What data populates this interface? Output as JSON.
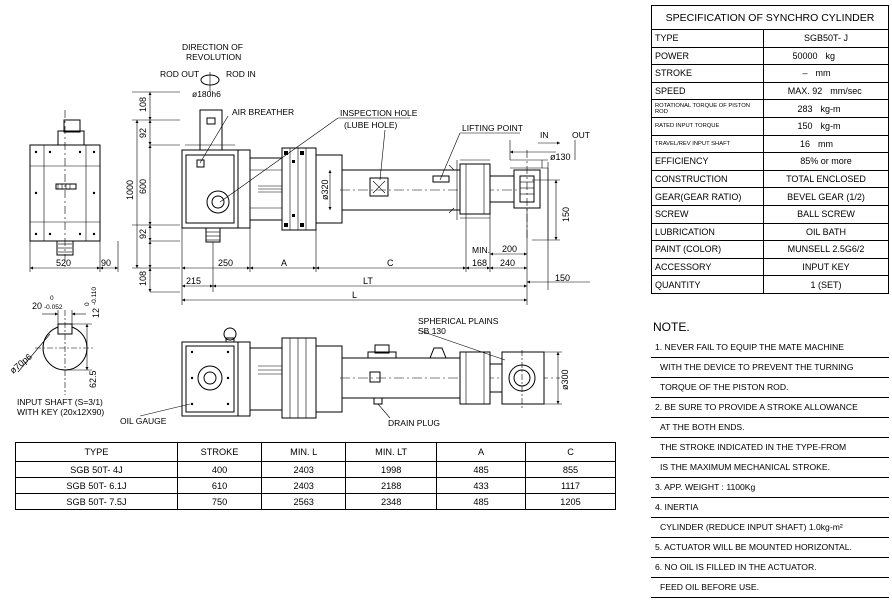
{
  "spec": {
    "title": "SPECIFICATION OF SYNCHRO CYLINDER",
    "rows": [
      {
        "label": "TYPE",
        "value": "SGB50T- J",
        "unit": ""
      },
      {
        "label": "POWER",
        "value": "50000",
        "unit": "kg"
      },
      {
        "label": "STROKE",
        "value": "–",
        "unit": "mm"
      },
      {
        "label": "SPEED",
        "value": "MAX. 92",
        "unit": "mm/sec"
      },
      {
        "label": "ROTATIONAL TORQUE OF PISTON ROD",
        "value": "283",
        "unit": "kg-m"
      },
      {
        "label": "RATED INPUT TORQUE",
        "value": "150",
        "unit": "kg-m"
      },
      {
        "label": "TRAVEL/REV INPUT SHAFT",
        "value": "16",
        "unit": "mm"
      },
      {
        "label": "EFFICIENCY",
        "value": "85% or more",
        "unit": ""
      },
      {
        "label": "CONSTRUCTION",
        "value": "TOTAL ENCLOSED",
        "unit": ""
      },
      {
        "label": "GEAR(GEAR RATIO)",
        "value": "BEVEL GEAR (1/2)",
        "unit": ""
      },
      {
        "label": "SCREW",
        "value": "BALL SCREW",
        "unit": ""
      },
      {
        "label": "LUBRICATION",
        "value": "OIL BATH",
        "unit": ""
      },
      {
        "label": "PAINT (COLOR)",
        "value": "MUNSELL 2.5G6/2",
        "unit": ""
      },
      {
        "label": "ACCESSORY",
        "value": "INPUT KEY",
        "unit": ""
      },
      {
        "label": "QUANTITY",
        "value": "1 (SET)",
        "unit": ""
      }
    ]
  },
  "notes": {
    "heading": "NOTE.",
    "lines": [
      "1. NEVER FAIL TO EQUIP THE MATE MACHINE",
      "WITH THE DEVICE TO PREVENT THE TURNING",
      "TORQUE OF THE PISTON ROD.",
      "2. BE SURE TO PROVIDE A STROKE ALLOWANCE",
      "AT THE BOTH ENDS.",
      "THE STROKE INDICATED IN THE TYPE-FROM",
      "IS THE MAXIMUM MECHANICAL STROKE.",
      "3. APP. WEIGHT : 1100Kg",
      "4. INERTIA",
      "CYLINDER (REDUCE INPUT SHAFT) 1.0kg-m²",
      "5. ACTUATOR WILL BE MOUNTED HORIZONTAL.",
      "6. NO OIL IS FILLED IN THE ACTUATOR.",
      "FEED OIL BEFORE USE."
    ]
  },
  "types_table": {
    "headers": [
      "TYPE",
      "STROKE",
      "MIN. L",
      "MIN. LT",
      "A",
      "C"
    ],
    "rows": [
      [
        "SGB 50T- 4J",
        "400",
        "2403",
        "1998",
        "485",
        "855"
      ],
      [
        "SGB 50T- 6.1J",
        "610",
        "2403",
        "2188",
        "433",
        "1117"
      ],
      [
        "SGB 50T- 7.5J",
        "750",
        "2563",
        "2348",
        "485",
        "1205"
      ]
    ]
  },
  "drawing_labels": {
    "direction": "DIRECTION OF",
    "revolution": "REVOLUTION",
    "rod_out": "ROD OUT",
    "rod_in": "ROD IN",
    "dia_180": "ø180h6",
    "air_breather": "AIR BREATHER",
    "inspection_hole": "INSPECTION HOLE",
    "lube_hole": "(LUBE HOLE)",
    "lifting_point": "LIFTING POINT",
    "in": "IN",
    "out": "OUT",
    "dia_130": "ø130",
    "dia_320": "ø320",
    "d_150_v": "150",
    "d_108_top": "108",
    "d_92_top": "92",
    "d_1000": "1000",
    "d_600": "600",
    "d_92_bot": "92",
    "d_108_bot": "108",
    "d_520": "520",
    "d_90": "90",
    "d_215": "215",
    "d_250": "250",
    "d_A": "A",
    "d_C": "C",
    "min": "MIN.",
    "d_168": "168",
    "d_200": "200",
    "d_240": "240",
    "d_LT": "LT",
    "d_L": "L",
    "d_150_h": "150",
    "d_20": "20",
    "tol_20": "-0.052",
    "tol_20_top": "0",
    "d_12": "12",
    "tol_12": "-0.110",
    "tol_12_top": "0",
    "dia_70": "ø70p6",
    "d_62_5": "62.5",
    "input_shaft": "INPUT SHAFT (S=3/1)",
    "with_key": "WITH KEY (20x12X90)",
    "oil_gauge": "OIL GAUGE",
    "spherical": "SPHERICAL PLAINS",
    "sb130": "SB 130",
    "drain_plug": "DRAIN PLUG",
    "dia_300": "ø300"
  }
}
